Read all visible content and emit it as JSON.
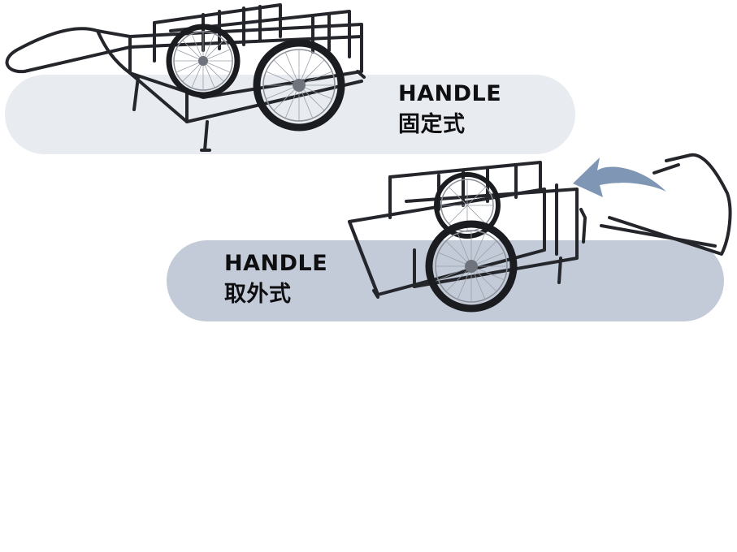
{
  "variants": [
    {
      "id": "fixed",
      "label_line1": "HANDLE",
      "label_line2": "固定式"
    },
    {
      "id": "removable",
      "label_line1": "HANDLE",
      "label_line2": "取外式"
    }
  ],
  "colors": {
    "pill_fixed": "#e8ebf0",
    "pill_removable": "#c3cbd8",
    "frame": "#24262b",
    "tire": "#1b1c1f",
    "rim": "#8a8f98",
    "arrow": "#7f97b4"
  },
  "icons": {
    "cart_fixed": "cart-fixed-handle-icon",
    "cart_removable": "cart-removable-handle-icon",
    "detached_handle": "detached-handle-icon",
    "arrow": "curved-arrow-left-icon"
  }
}
